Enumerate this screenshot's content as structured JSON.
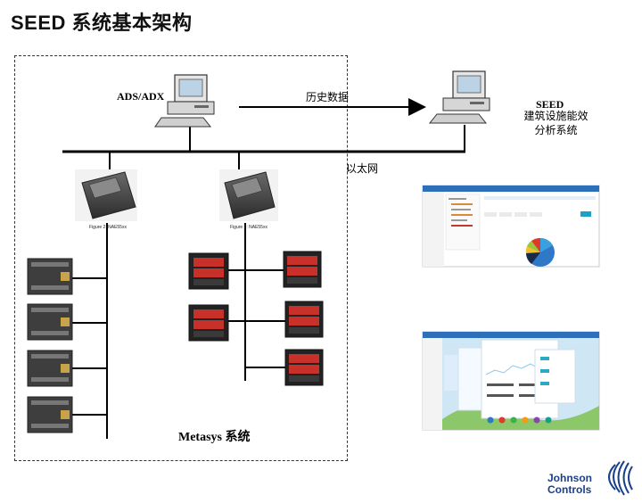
{
  "title": "SEED 系统基本架构",
  "diagram": {
    "ads_label": "ADS/ADX",
    "seed_label": "SEED",
    "seed_desc_line1": "建筑设施能效",
    "seed_desc_line2": "分析系统",
    "history_label": "历史数据",
    "ethernet_label": "以太网",
    "metasys_label": "Metasys 系统",
    "controller_caption_1": "Figure 2: NAE55xx",
    "controller_caption_2": "Figure 2: NAE55xx"
  },
  "logo": {
    "line1": "Johnson",
    "line2": "Controls",
    "color": "#1a3f8a"
  }
}
